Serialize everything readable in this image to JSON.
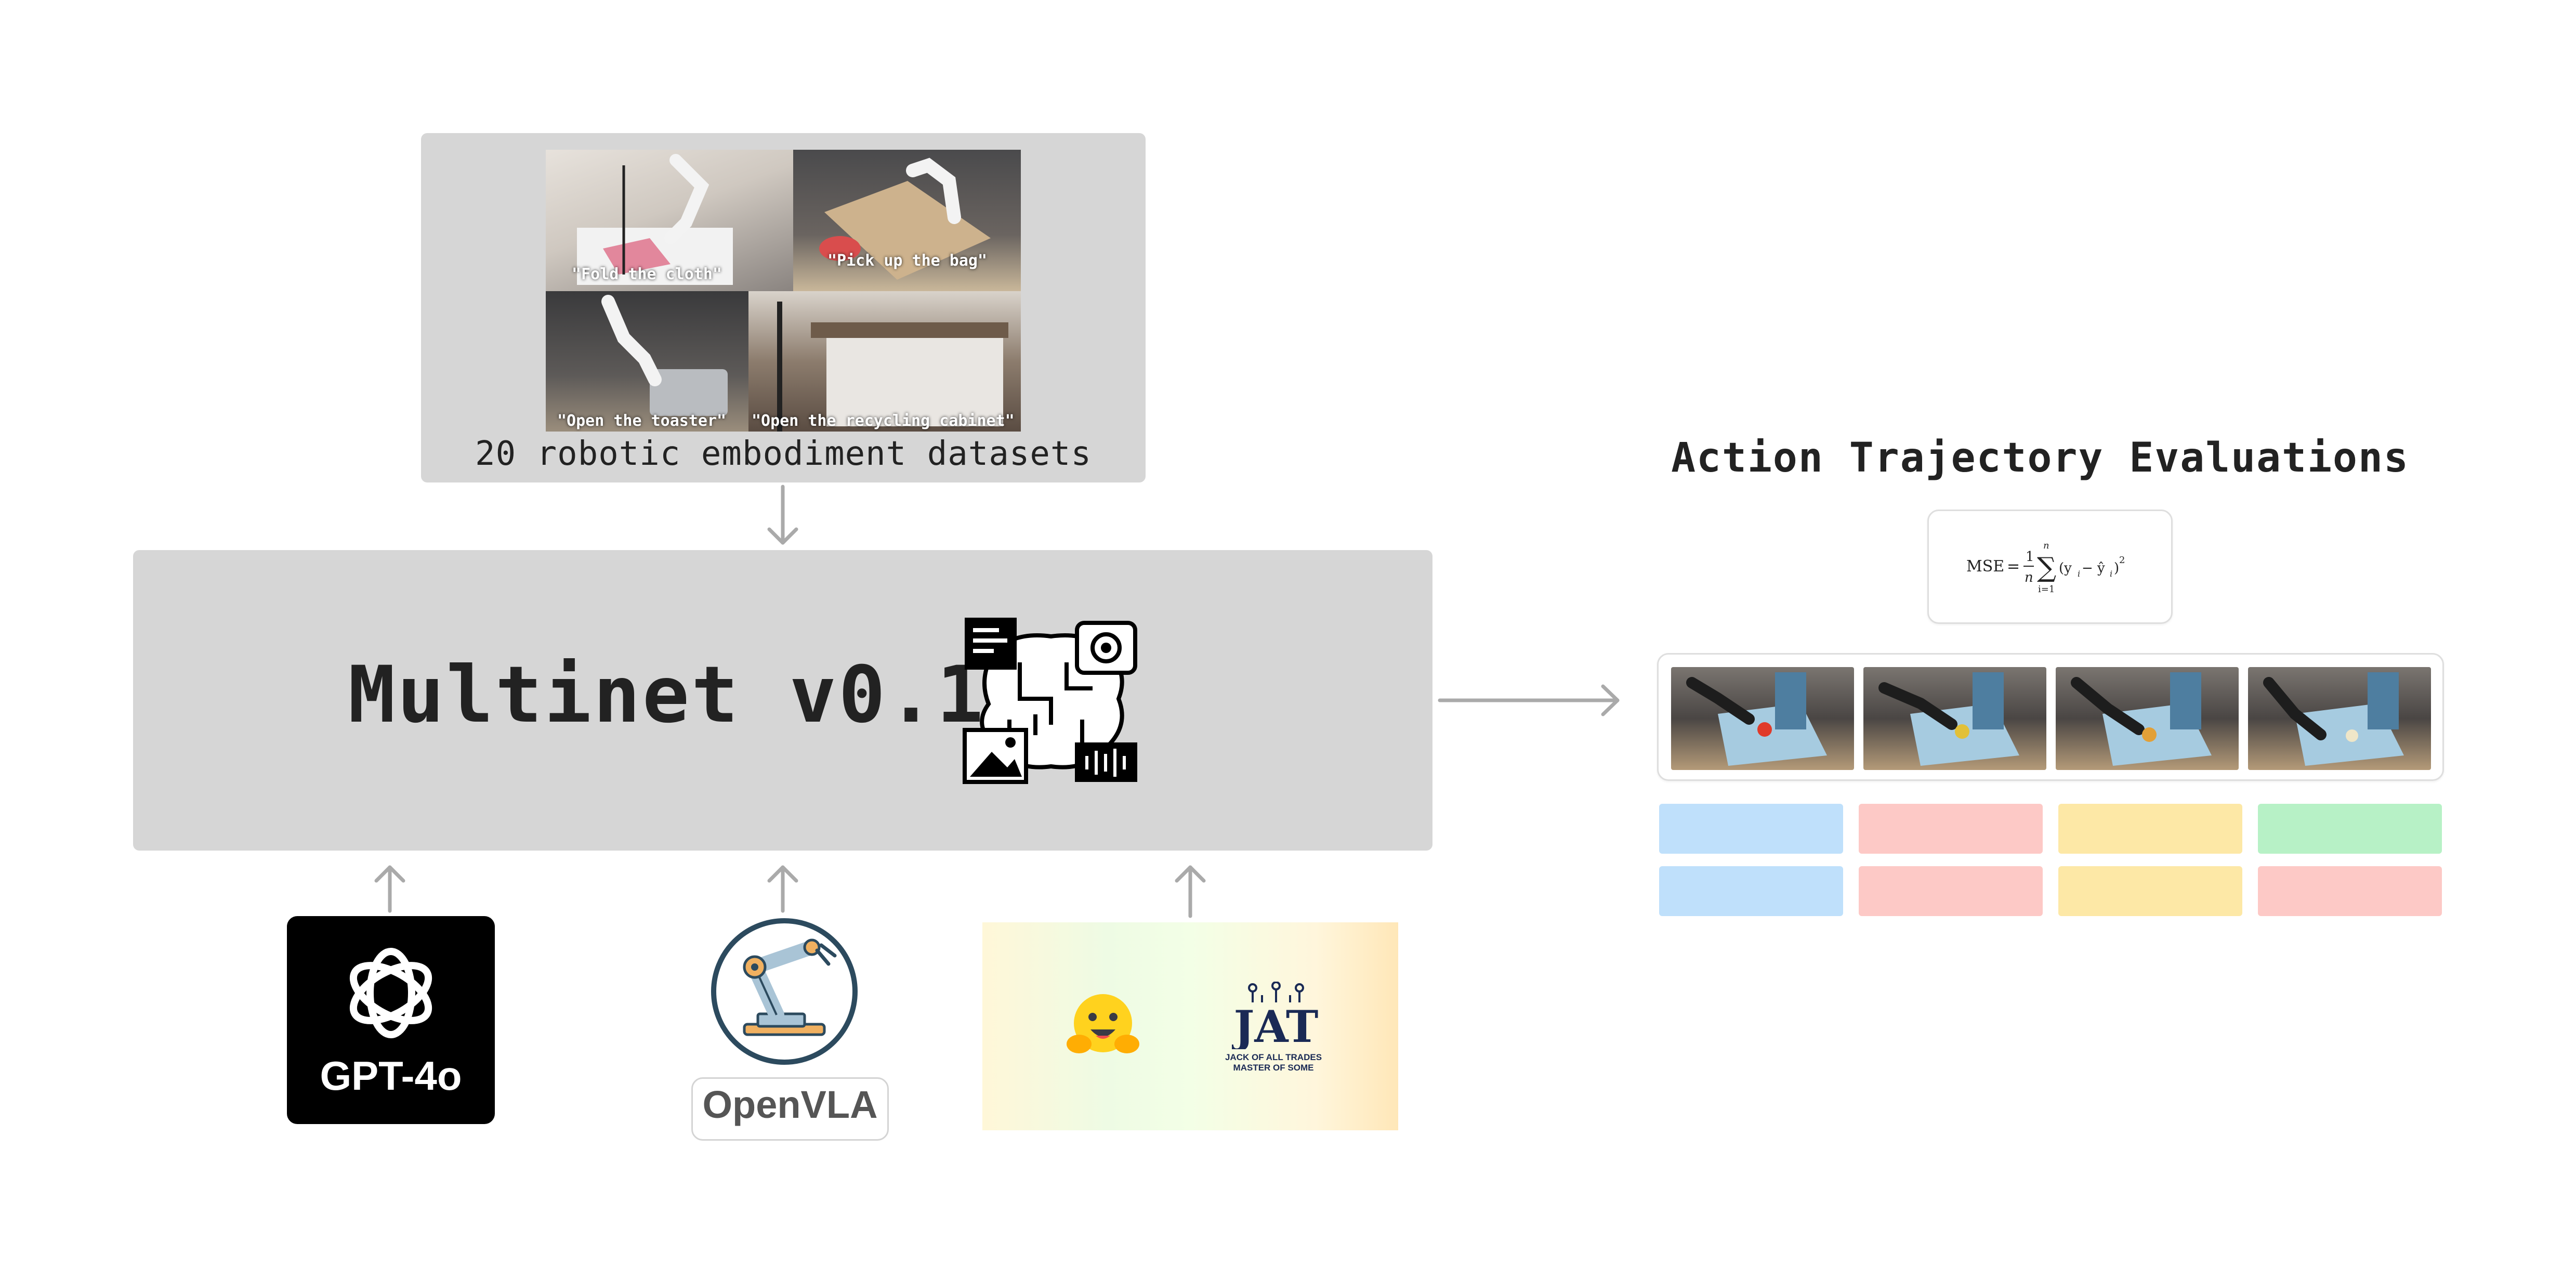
{
  "datasets": {
    "label": "20 robotic embodiment datasets",
    "captions": [
      "\"Fold the cloth\"",
      "\"Pick up the bag\"",
      "\"Open the toaster\"",
      "\"Open the recycling cabinet\""
    ]
  },
  "multinet": {
    "title": "Multinet v0.1"
  },
  "evaluation": {
    "title": "Action Trajectory Evaluations",
    "formula_lhs": "MSE",
    "formula_frac_num": "1",
    "formula_frac_den": "n",
    "formula_sum_top": "n",
    "formula_sum_bottom": "i=1",
    "formula_term": "(y",
    "formula_sub_i": "i",
    "formula_minus": " − ŷ",
    "formula_sub_i2": "i",
    "formula_close": ")",
    "formula_exp": "2",
    "bar_colors": [
      "#bfe0fb",
      "#fdc9c6",
      "#fde8a6",
      "#b7f1c6",
      "#bfe0fb",
      "#fdc9c6",
      "#fde8a6",
      "#fdc9c6"
    ]
  },
  "models": {
    "gpt": {
      "label": "GPT-4o"
    },
    "openvla": {
      "label": "OpenVLA"
    },
    "jat": {
      "logo_text": "JAT",
      "sub1": "JACK OF ALL TRADES",
      "sub2": "MASTER OF SOME"
    }
  },
  "icons": [
    "openai-logo-icon",
    "robot-arm-icon",
    "hugging-face-emoji-icon",
    "jat-logo-icon",
    "multimodal-brain-icon"
  ],
  "colors": {
    "box_gray": "#d6d6d6",
    "arrow_gray": "#aaaaaa",
    "text_dark": "#222222"
  }
}
